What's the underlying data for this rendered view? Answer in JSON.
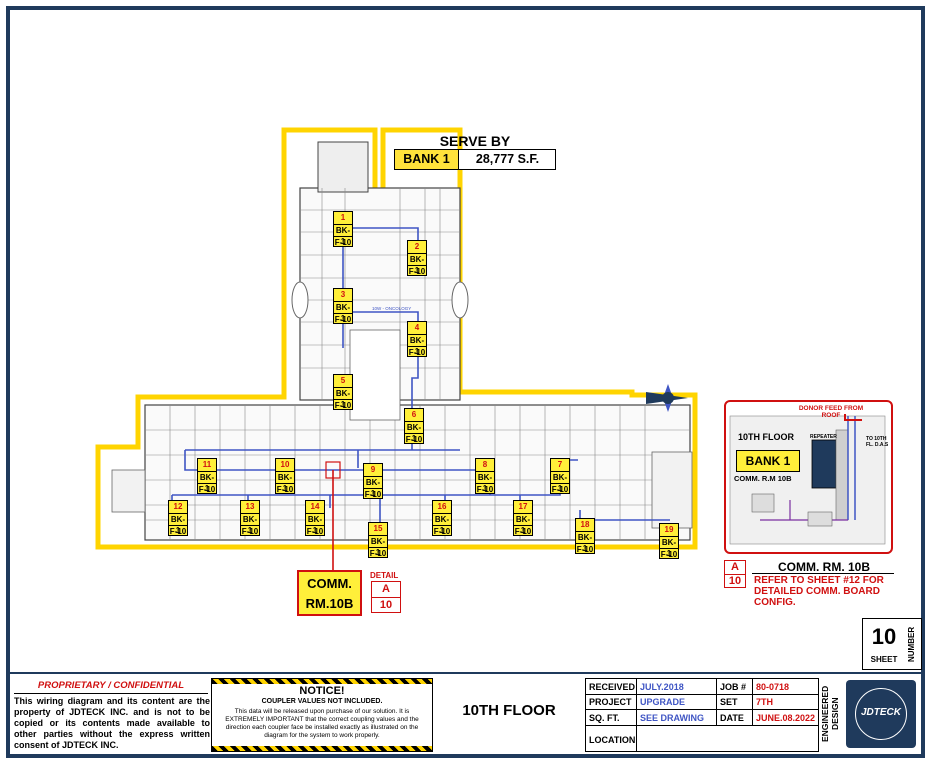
{
  "serve_by": "SERVE BY",
  "bank": {
    "label": "BANK 1",
    "area": "28,777 S.F."
  },
  "corridor_label": "10W - ONCOLOGY",
  "couplers": [
    {
      "n": "1",
      "bank": "BK-1",
      "floor": "F-10"
    },
    {
      "n": "2",
      "bank": "BK-1",
      "floor": "F-10"
    },
    {
      "n": "3",
      "bank": "BK-1",
      "floor": "F-10"
    },
    {
      "n": "4",
      "bank": "BK-1",
      "floor": "F-10"
    },
    {
      "n": "5",
      "bank": "BK-1",
      "floor": "F-10"
    },
    {
      "n": "6",
      "bank": "BK-1",
      "floor": "F-10"
    },
    {
      "n": "7",
      "bank": "BK-1",
      "floor": "F-10"
    },
    {
      "n": "8",
      "bank": "BK-1",
      "floor": "F-10"
    },
    {
      "n": "9",
      "bank": "BK-1",
      "floor": "F-10"
    },
    {
      "n": "10",
      "bank": "BK-1",
      "floor": "F-10"
    },
    {
      "n": "11",
      "bank": "BK-1",
      "floor": "F-10"
    },
    {
      "n": "12",
      "bank": "BK-1",
      "floor": "F-10"
    },
    {
      "n": "13",
      "bank": "BK-1",
      "floor": "F-10"
    },
    {
      "n": "14",
      "bank": "BK-1",
      "floor": "F-10"
    },
    {
      "n": "15",
      "bank": "BK-1",
      "floor": "F-10"
    },
    {
      "n": "16",
      "bank": "BK-1",
      "floor": "F-10"
    },
    {
      "n": "17",
      "bank": "BK-1",
      "floor": "F-10"
    },
    {
      "n": "18",
      "bank": "BK-1",
      "floor": "F-10"
    },
    {
      "n": "19",
      "bank": "BK-1",
      "floor": "F-10"
    }
  ],
  "comm_room": {
    "line1": "COMM.",
    "line2": "RM.10B"
  },
  "detail": {
    "label": "DETAIL",
    "letter": "A",
    "sheet": "10"
  },
  "detail_panel": {
    "donor_feed": "DONOR FEED FROM ROOF",
    "floor": "10TH FLOOR",
    "bank": "BANK 1",
    "room": "COMM. R.M 10B",
    "repeater": "REPEATER",
    "to_das": "TO 10TH FL. D.A.S"
  },
  "detail_ref": {
    "letter": "A",
    "sheet": "10",
    "title": "COMM. RM. 10B",
    "note": "REFER TO SHEET #12 FOR DETAILED COMM. BOARD CONFIG."
  },
  "sheet": {
    "number": "10",
    "sheet_label": "SHEET",
    "number_label": "NUMBER"
  },
  "title_block": {
    "proprietary": "PROPRIETARY  /  CONFIDENTIAL",
    "proprietary_text": "This wiring diagram and its content are the property of JDTECK INC. and is not to be copied or its contents made available to other parties without the express written consent of JDTECK INC.",
    "notice_title": "NOTICE!",
    "notice_sub": "COUPLER VALUES NOT INCLUDED.",
    "notice_text": "This data will be released upon purchase of our solution. It is EXTREMELY IMPORTANT that the correct coupling values and the direction each coupler face be installed exactly as illustrated on the diagram for the system to work properly.",
    "floor_title": "10TH FLOOR",
    "received_label": "RECEIVED",
    "received": "JULY.2018",
    "job_label": "JOB #",
    "job": "80-0718",
    "project_label": "PROJECT",
    "project": "UPGRADE",
    "set_label": "SET",
    "set": "7TH",
    "sqft_label": "SQ. FT.",
    "sqft": "SEE DRAWING",
    "date_label": "DATE",
    "date": "JUNE.08.2022",
    "location_label": "LOCATION",
    "engineered": "ENGINEERED DESIGN",
    "logo": "JDTECK"
  },
  "colors": {
    "navy": "#1f3a5c",
    "yellow": "#ffd400",
    "red": "#d01010",
    "blue": "#3f55c4"
  }
}
